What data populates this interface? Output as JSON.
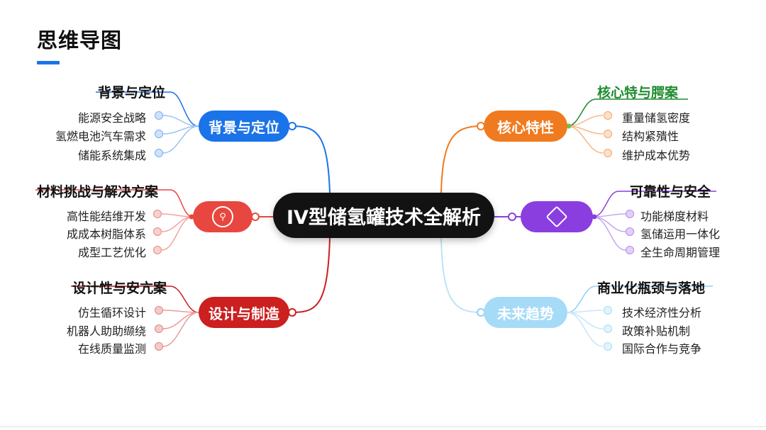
{
  "title": "思维导图",
  "center": "IV型储氢罐技术全解析",
  "branches": {
    "bg": {
      "label": "背景与定位",
      "heading": "背景与定位",
      "items": [
        "能源安全战略",
        "氢燃电池汽车需求",
        "储能系统集成"
      ],
      "color": "#1a73e8",
      "light": "#cfe2fb"
    },
    "mat": {
      "label": "",
      "heading": "材料挑战与解决方案",
      "items": [
        "高性能结维开发",
        "成成本树脂体系",
        "成型工艺优化"
      ],
      "color": "#e8473f",
      "light": "#f8d0ce"
    },
    "des": {
      "label": "设计与制造",
      "heading": "设计性与安亢案",
      "items": [
        "仿生循环设计",
        "机器人助助缬绕",
        "在线质量监测"
      ],
      "color": "#cc1f1f",
      "light": "#f4caca"
    },
    "core": {
      "label": "核心特性",
      "heading": "核心特与腭案",
      "items": [
        "重量储氢密度",
        "结构紧殨性",
        "维护成本优势"
      ],
      "color": "#f07a1f",
      "light": "#fde0c8",
      "heading_color": "#1e8b2e"
    },
    "rel": {
      "label": "",
      "heading": "可靠性与安全",
      "items": [
        "功能梯度材料",
        "氢储运用一体化",
        "全生命周期管理"
      ],
      "color": "#8a3ee0",
      "light": "#e2d0f7"
    },
    "fut": {
      "label": "未来趋势",
      "heading": "商业化瓶颈与落地",
      "items": [
        "技术经济性分析",
        "政策补贴机制",
        "国际合作与竞争"
      ],
      "color": "#8fd0f5",
      "light": "#e3f3fc"
    }
  }
}
